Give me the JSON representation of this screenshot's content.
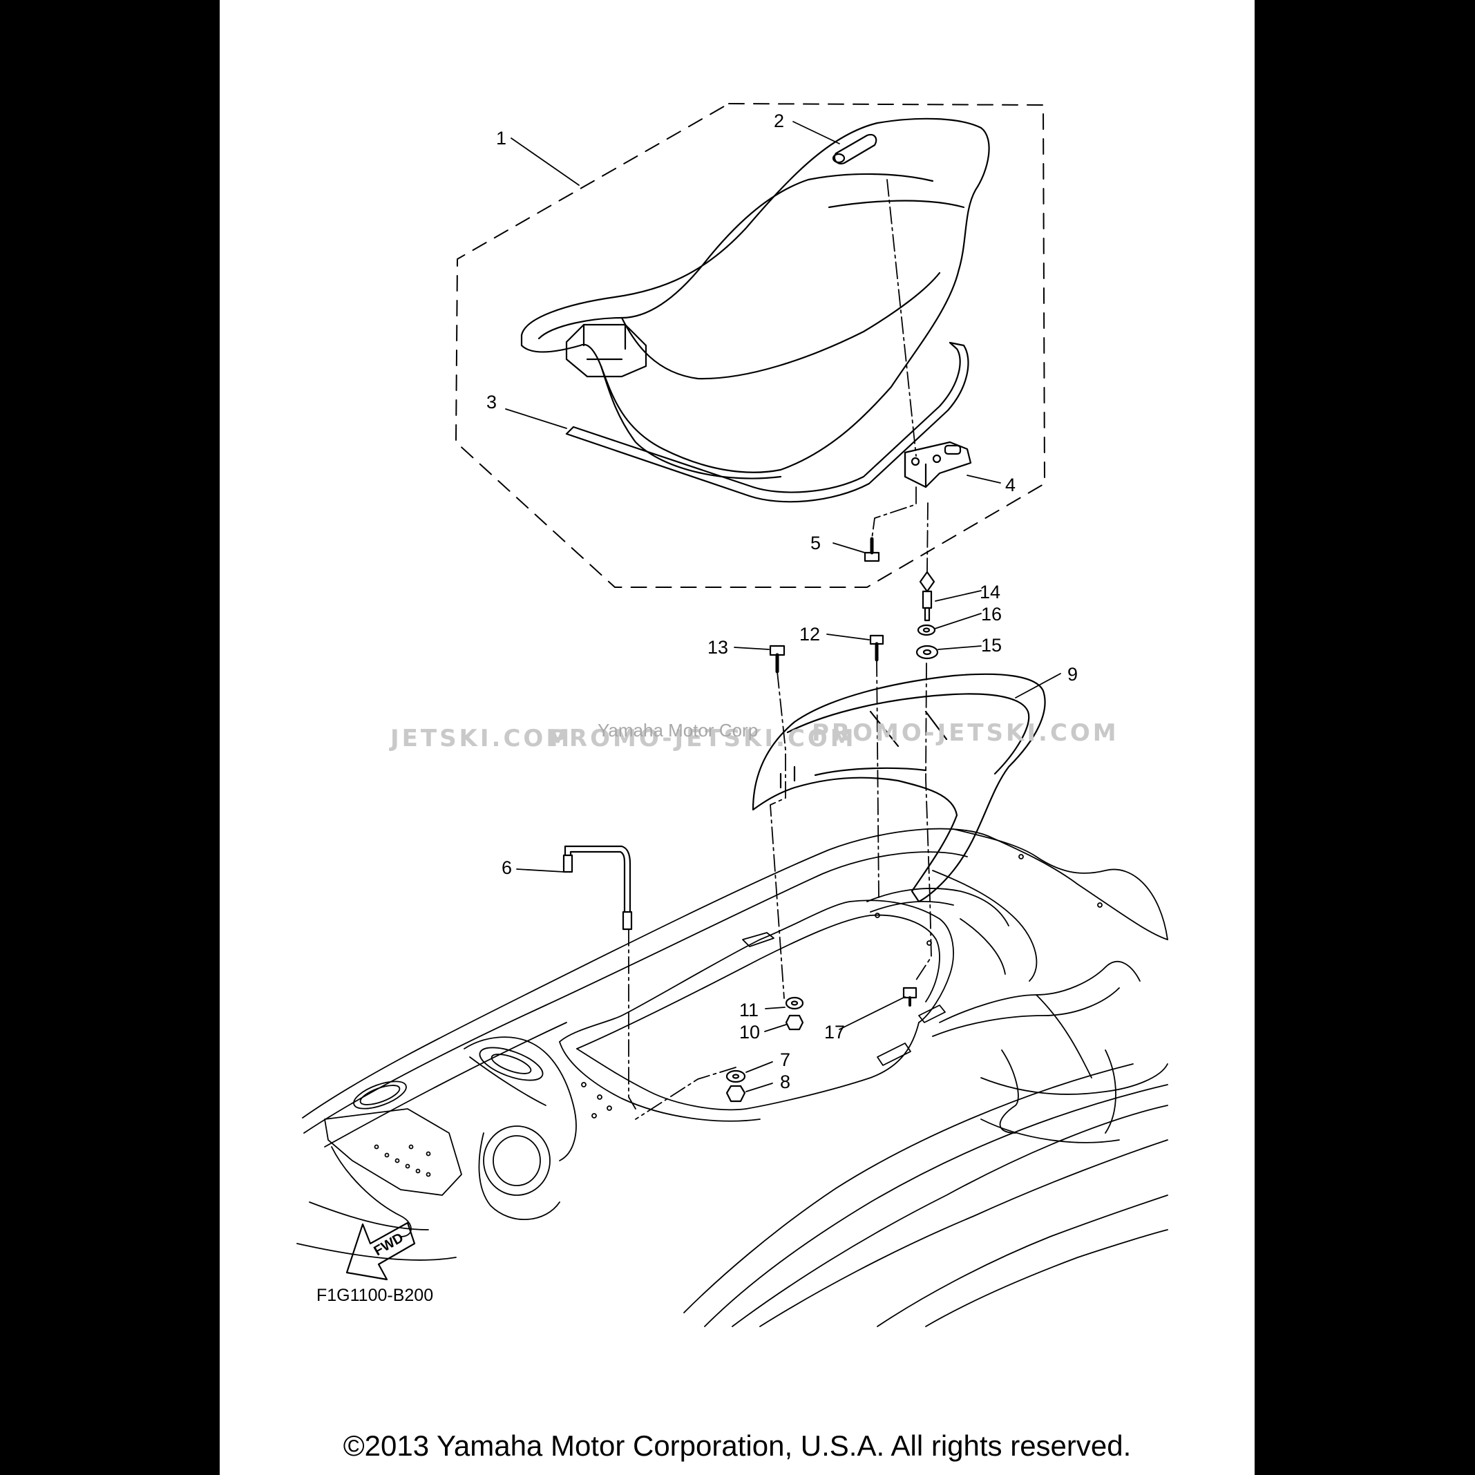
{
  "callouts": [
    {
      "id": "1",
      "label": "1"
    },
    {
      "id": "2",
      "label": "2"
    },
    {
      "id": "3",
      "label": "3"
    },
    {
      "id": "4",
      "label": "4"
    },
    {
      "id": "5",
      "label": "5"
    },
    {
      "id": "6",
      "label": "6"
    },
    {
      "id": "7",
      "label": "7"
    },
    {
      "id": "8",
      "label": "8"
    },
    {
      "id": "9",
      "label": "9"
    },
    {
      "id": "10",
      "label": "10"
    },
    {
      "id": "11",
      "label": "11"
    },
    {
      "id": "12",
      "label": "12"
    },
    {
      "id": "13",
      "label": "13"
    },
    {
      "id": "14",
      "label": "14"
    },
    {
      "id": "15",
      "label": "15"
    },
    {
      "id": "16",
      "label": "16"
    },
    {
      "id": "17",
      "label": "17"
    }
  ],
  "diagram_code": "F1G1100-B200",
  "fwd_arrow_label": "FWD",
  "watermarks": {
    "left": "JETSKI.COM",
    "middle": "PROMO-JETSKI.COM",
    "right": "PROMO-JETSKI.COM",
    "small": "Yamaha Motor Corp"
  },
  "copyright": "©2013 Yamaha Motor Corporation, U.S.A. All rights reserved.",
  "colors": {
    "background": "#000000",
    "sheet": "#ffffff",
    "ink": "#000000",
    "watermark": "#c9c9c9"
  }
}
